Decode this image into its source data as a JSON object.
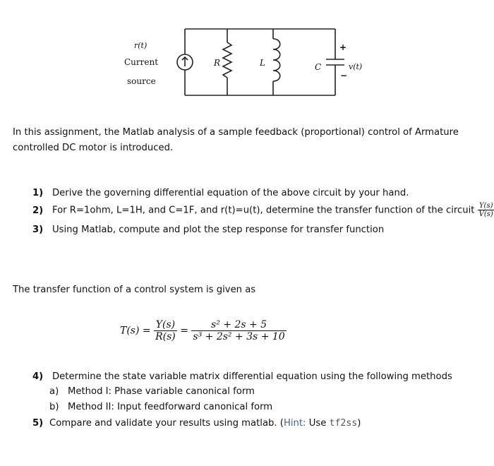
{
  "circuit": {
    "source_signal": "r(t)",
    "source_label_line1": "Current",
    "source_label_line2": "source",
    "resistor_label": "R",
    "inductor_label": "L",
    "capacitor_label": "C",
    "plus_sign": "+",
    "minus_sign": "−",
    "output_label": "v(t)"
  },
  "intro": "In this assignment, the Matlab analysis of a sample feedback (proportional) control of Armature controlled DC motor is introduced.",
  "questions_part1": [
    {
      "num": "1)",
      "text": "Derive the governing differential equation of the above circuit by your hand."
    },
    {
      "num": "2)",
      "text": "For R=1ohm, L=1H, and C=1F, and r(t)=u(t), determine the transfer function of the circuit",
      "frac_num": "Y(s)",
      "frac_den": "V(s)",
      "tail": "."
    },
    {
      "num": "3)",
      "text": "Using Matlab, compute and plot the step response for transfer function"
    }
  ],
  "tf_intro": "The transfer function of a control system is given as",
  "tf": {
    "lhs": "T(s) =",
    "ratio_num": "Y(s)",
    "ratio_den": "R(s)",
    "equals": "=",
    "poly_num": "s² + 2s + 5",
    "poly_den": "s³ + 2s² + 3s + 10"
  },
  "questions_part2": [
    {
      "num": "4)",
      "text": "Determine the state variable matrix differential equation using the following methods"
    },
    {
      "num": "a)",
      "text": "Method I: Phase variable canonical form"
    },
    {
      "num": "b)",
      "text": "Method II: Input feedforward canonical form"
    },
    {
      "num": "5)",
      "text": "Compare and validate your results using matlab. (",
      "hint": "Hint:",
      "hint_text": " Use ",
      "code": "tf2ss",
      "end": ")"
    }
  ]
}
